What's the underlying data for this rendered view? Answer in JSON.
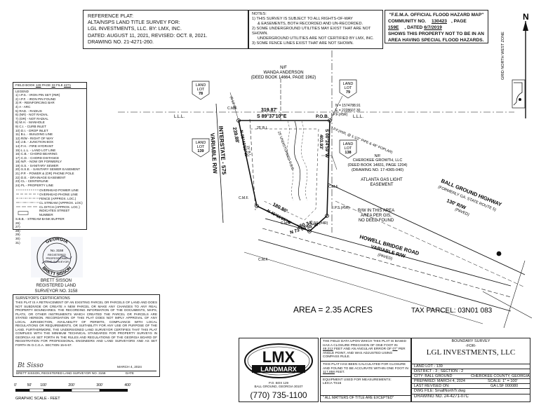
{
  "reference": {
    "lines": [
      "REFERENCE PLAT:",
      "ALTA/NSPS LAND TITLE SURVEY FOR:",
      "LGL INVESTMENTS, LLC. BY: LMX, INC.",
      "DATED: AUGUST 11, 2021, REVISED: OCT. 8, 2021.",
      "DRAWING NO. 21-4271-260."
    ]
  },
  "notes": {
    "title": "NOTES:",
    "items": [
      "1) THIS SURVEY IS SUBJECT TO ALL RIGHTS-OF-WAY",
      "   & EASEMENTS, BOTH RECORDED AND UN-RECORDED.",
      "2) SOME UNDERGROUND UTILITIES MAY EXIST THAT ARE NOT SHOWN.",
      "   UNDERGROUND UTILITIES ARE NOT CERTIFIED BY LMX, INC.",
      "3) SOME FENCE LINES EXIST THAT ARE NOT SHOWN."
    ]
  },
  "flood": {
    "title": "\"F.E.M.A. OFFICIAL FLOOD HAZARD MAP\"",
    "community_label": "COMMUNITY NO.",
    "community_no": "130423",
    "page_label": ", PAGE",
    "page_no": "159E",
    "dated_label": ", DATED",
    "dated": "6/7/2019",
    "line3": "SHOWS THIS PROPERTY NOT TO BE IN AN",
    "line4": "AREA HAVING SPECIAL FLOOD HAZARDS."
  },
  "north": {
    "letter": "N",
    "grid_label": "GRID NORTH WEST ZONE"
  },
  "legend": {
    "header": [
      "FIELD BOOK",
      "128",
      "PAGE",
      "33",
      "FILE",
      "4271"
    ],
    "title": "LEGEND",
    "items": [
      "1) I.P.S. - IRON PIN SET (#5R)",
      "2) I.P.F. - IRON PIN FOUND",
      "3) R - REINFORCING BAR",
      "4) A - ARC",
      "5) RAD. - RADIUS",
      "6) (NR) - NOT RADIAL",
      "7) (OR) - NOT RADIAL",
      "8) M.H. - MANHOLE",
      "9) C.I. - CURB INLET",
      "10) D.I. - DROP INLET",
      "11) B.L. - BUILDING LINE",
      "12) R/W - RIGHT OF WAY",
      "13) J.B. - JUNCTION BOX",
      "14) F.H. - FIRE HYDRANT",
      "15) L.L.L. - LAND LOT LINE",
      "16) C.B. - CHORD BEARING",
      "17) C.D. - CHORD DISTANCE",
      "18) N/F. - NOW OR FORMERLY",
      "19) S.S. - SANITARY SEWER",
      "20) S.S.E. - SANITARY SEWER EASEMENT",
      "21) P.P. - POWER & (OR) PHONE POLE",
      "22) D.E. - DRAINAGE EASEMENT",
      "23) CL - CENTERLINE",
      "24) PL - PROPERTY LINE"
    ],
    "symbols": [
      "OVERHEAD POWER LINE",
      "OVERHEAD PHONE LINE",
      "FENCE (APPROX. LOC.)",
      "CL STREAM (APPROX. LOC)",
      "CL DITCH (APPROX. LOC.)",
      "INDICATES STREET NUMBER",
      "S.B.B. - STREAM BANK BUFFER"
    ],
    "extra": [
      "26)",
      "27)",
      "28)",
      "29)",
      "30)",
      "31)"
    ]
  },
  "seal": {
    "outer_top": "GEORGIA",
    "outer_bottom": "BRETT SISSON",
    "inner": [
      "No. 3158",
      "REGISTERED",
      "PROFESSIONAL",
      "LAND SURVEYOR"
    ],
    "caption": [
      "BRETT SISSON",
      "REGISTERED LAND",
      "SURVEYOR NO. 3158"
    ]
  },
  "certification": {
    "title": "SURVEYOR'S CERTIFICATIONS",
    "text": "THIS PLAT IS A RETRACEMENT OF AN EXISTING PARCEL OR PARCELS OF LAND AND DOES NOT SUBDIVIDE OR CREATE A NEW PARCEL OR MAKE ANY CHANGES TO ANY REAL PROPERTY BOUNDARIES. THE RECORDING INFORMATION OF THE DOCUMENTS, MAPS, PLATS, OR OTHER INSTRUMENTS WHICH CREATED THE PARCEL OR PARCELS ARE STATED HEREON. RECORDATION OF THIS PLAT DOES NOT IMPLY APPROVAL OF ANY LOCAL JURISDICTION, AVAILABILITY OF PERMITS, COMPLIANCE WITH LOCAL REGULATIONS OR REQUIREMENTS, OR SUITABILITY FOR ANY USE OR PURPOSE OF THE LAND. FURTHERMORE, THE UNDERSIGNED LAND SURVEYOR CERTIFIES THAT THIS PLAT COMPLIES WITH THE MINIMUM TECHNICAL STANDARDS FOR PROPERTY SURVEYS IN GEORGIA AS SET FORTH IN THE RULES AND REGULATIONS OF THE GEORGIA BOARD OF REGISTRATION FOR PROFESSIONAL ENGINEERS AND LAND SURVEYORS AND AS SET FORTH IN O.C.G.A. SECTION 15-6-67.",
    "date": "MARCH 4, 2024",
    "sig_line": "BRETT SISSON, REGISTERED LAND SURVEYOR NO. 3158",
    "date_label": "DATE"
  },
  "graphic_scale": {
    "ticks": [
      "0'",
      "50'",
      "100'",
      "200'",
      "300'",
      "400'"
    ],
    "label": "GRAPHIC SCALE - FEET"
  },
  "plat": {
    "wanda": [
      "N/F",
      "WANDA ANDERSON",
      "(DEED BOOK 14664, PAGE 1962)"
    ],
    "lll78": "L.L.L.",
    "ll78": [
      "LAND",
      "LOT",
      "78"
    ],
    "ll79": [
      "LAND",
      "LOT",
      "79"
    ],
    "ll139": [
      "LAND",
      "LOT",
      "139"
    ],
    "ll138": [
      "LAND",
      "LOT",
      "138"
    ],
    "interstate": [
      "INTERSTATE - 575",
      "VARIABLE R/W"
    ],
    "b_top_dist": "319.87'",
    "b_top_bear": "S 89°37'10\"E",
    "pob": "P.O.B.",
    "coords": [
      "N = 1574788.91",
      "E = 2228607.30"
    ],
    "ipf_top": "I.P.F.(#5R)",
    "ipf_nw": "(0.12' N)",
    "pipe": "I.P.F.(#5R, @ 1-1/2\" PIPE & 48\" POPLAR)",
    "left_bear": "N 06°40'50\"W",
    "left_dist": "239.88'",
    "right_bear": "S 00°24'59\"W",
    "right_dist": "403.93'",
    "sw_dist": "180.80'",
    "sw_bear": "N 45°11'25\"W",
    "bottom_dist": "160.34'",
    "bottom_bear": "N 73°03'55\"W",
    "ips": "I.P.S.(#5R)",
    "ipf_bottom": "I.P.F.(#4R)",
    "cmf_labels": [
      "C.M.F.",
      "C.M.F.",
      "C.M.F.",
      "C.M.F.",
      "C.M.F."
    ],
    "cherokee": [
      "N/F",
      "CHEROKEE GROWTH, LLC",
      "(DEED BOOK 14831, PAGE 1204)",
      "(DRAWING NO. 17-4365-040)"
    ],
    "gas": [
      "ATLANTA GAS LIGHT",
      "EASEMENT"
    ],
    "rw_area": [
      "R/W IN THIS AREA",
      "AREA PER GIS,",
      "NO DEED FOUND"
    ],
    "ball_ground": [
      "BALL GROUND HIGHWAY",
      "(FORMERLY GA. STATE ROUTE 5)",
      "130' R/W",
      "(PAVED)"
    ],
    "howell": [
      "HOWELL BRIDGE ROAD",
      "VARIABLE R/W",
      "(PAVED)"
    ],
    "bl25": "25' B.L.",
    "bl15": "15' B.L.",
    "creek": "25' UNDISTURBED S.B.B.",
    "area": "AREA = 2.35 ACRES",
    "tax": "TAX PARCEL: 03N01 083"
  },
  "closure": {
    "text1": "THE FIELD DATA UPON WHICH THIS PLAT IS BASED HAS A CLOSURE PRECISION OF ONE FOOT IN",
    "feet": "48,212",
    "text2": "FEET AND AN ANGULAR ERROR OF",
    "angular": "07\"",
    "text3": "PER ANGLE POINT, AND WAS ADJUSTED USING COMPASS RULE.",
    "text4": "THIS PLAT HAS BEEN CALCULATED FOR CLOSURE AND FOUND TO BE ACCURATE WITHIN ONE FOOT IN",
    "calc": "117,858",
    "text5": "FEET.",
    "equip1": "EQUIPMENT USED FOR MEASUREMENTS:",
    "equip2": "LEICA TS16",
    "matters": "\" ALL MATTERS OF TITLE ARE EXCEPTED\""
  },
  "company": {
    "name": "LANDMARX",
    "pobox": "P.O. BOX 129",
    "city": "BALL GROUND, GEORGIA 30107",
    "phone": "(770) 735-1100"
  },
  "titleblock": {
    "boundary": "BOUNDARY SURVEY",
    "for": "-FOR-",
    "client": "LGL INVESTMENTS, LLC",
    "land_lot": "LAND LOT - 139",
    "district": "DISTRICT - 3 ; SECTION - 2",
    "city": "CITY: BALL GROUND",
    "county": "CHEROKEE COUNTY, GEORGIA",
    "prepared": "PREPARED: MARCH 4, 2024",
    "scale": "SCALE: 1\" = 100'",
    "last_revised": "LAST REVISED ON:",
    "ga_lsf": "GA LSF 000080",
    "dwg": "DWG FILE: SmallNorthTr.dwg",
    "drawing": "DRAWING NO. 24-4271-07C"
  }
}
